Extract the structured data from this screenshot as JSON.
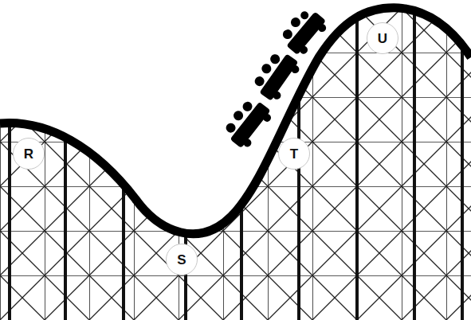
{
  "diagram": {
    "nodes": [
      {
        "text": [
          "R"
        ]
      },
      {
        "text": [
          "S"
        ]
      },
      {
        "text": [
          "T"
        ]
      },
      {
        "text": [
          "U"
        ]
      }
    ]
  }
}
